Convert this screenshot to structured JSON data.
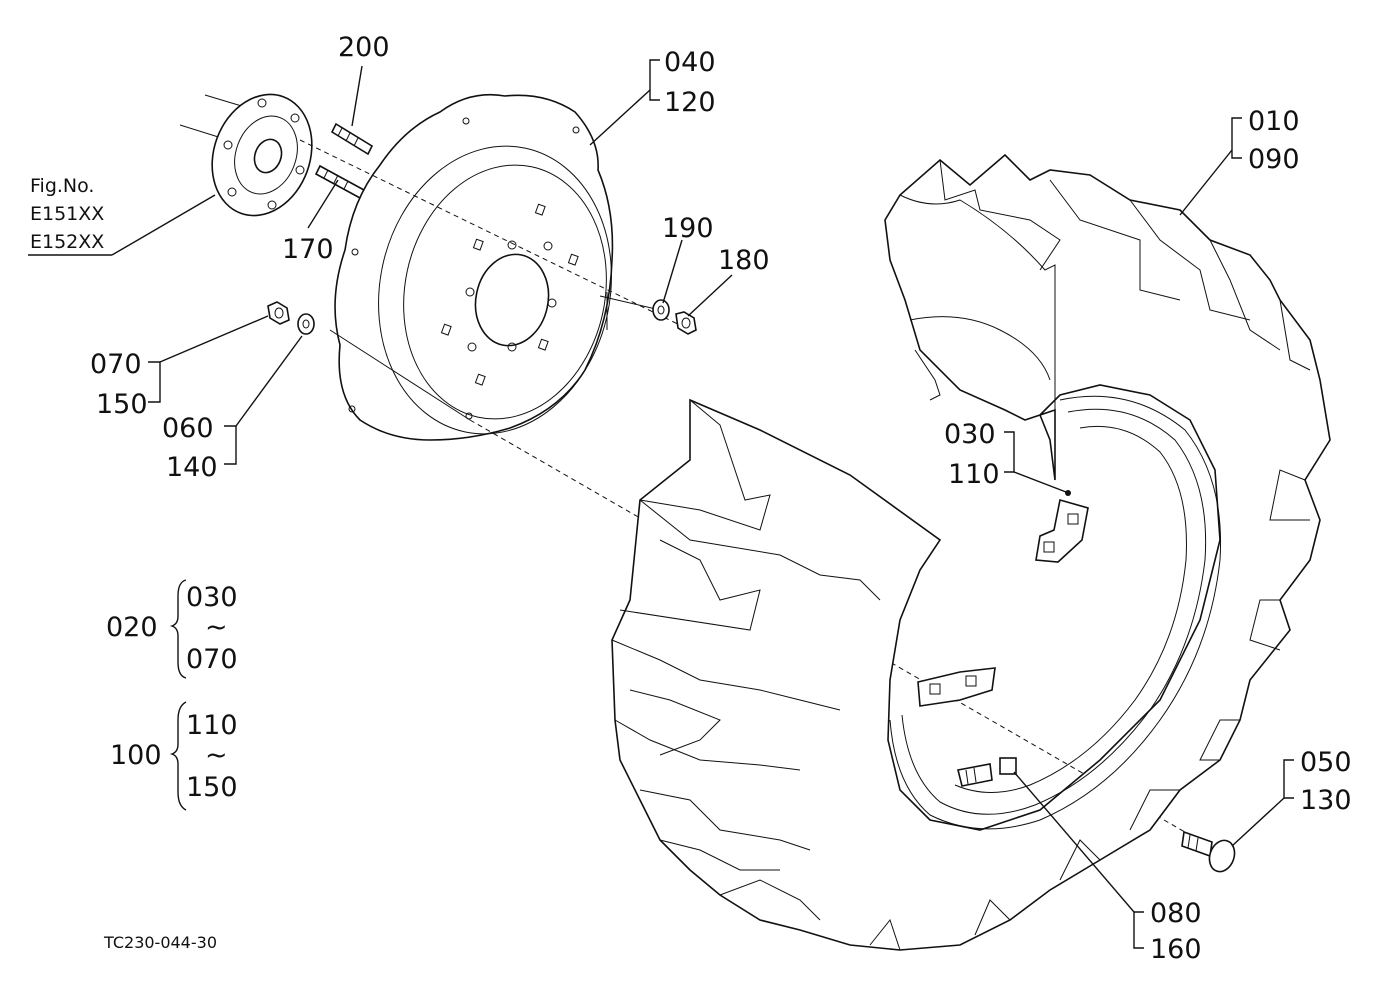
{
  "figure_ref": {
    "line1": "Fig.No.",
    "line2": "E151XX",
    "line3": "E152XX"
  },
  "callouts": {
    "c200": "200",
    "c170": "170",
    "c040": "040",
    "c120": "120",
    "c010": "010",
    "c090": "090",
    "c190": "190",
    "c180": "180",
    "c070": "070",
    "c150": "150",
    "c060": "060",
    "c140": "140",
    "c030": "030",
    "c110": "110",
    "c050": "050",
    "c130": "130",
    "c080": "080",
    "c160": "160"
  },
  "groups": [
    {
      "parent": "020",
      "from": "030",
      "tilde": "~",
      "to": "070"
    },
    {
      "parent": "100",
      "from": "110",
      "tilde": "~",
      "to": "150"
    }
  ],
  "drawing_code": "TC230-044-30"
}
